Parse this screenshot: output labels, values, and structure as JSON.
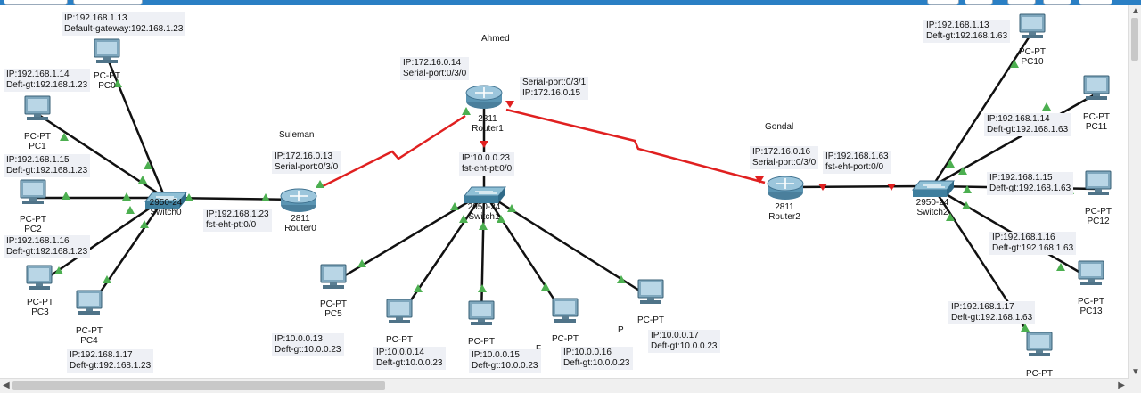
{
  "areas": {
    "suleman": "Suleman",
    "ahmed": "Ahmed",
    "gondal": "Gondal"
  },
  "routers": [
    {
      "model": "2811",
      "name": "Router0"
    },
    {
      "model": "2811",
      "name": "Router1"
    },
    {
      "model": "2811",
      "name": "Router2"
    }
  ],
  "switches": [
    {
      "model": "2950-24",
      "name": "Switch0"
    },
    {
      "model": "2950-24",
      "name": "Switch1"
    },
    {
      "model": "2950-24",
      "name": "Switch2"
    }
  ],
  "pcs": [
    {
      "type": "PC-PT",
      "name": "PC0"
    },
    {
      "type": "PC-PT",
      "name": "PC1"
    },
    {
      "type": "PC-PT",
      "name": "PC2"
    },
    {
      "type": "PC-PT",
      "name": "PC3"
    },
    {
      "type": "PC-PT",
      "name": "PC4"
    },
    {
      "type": "PC-PT",
      "name": "PC5"
    },
    {
      "type": "PC-PT",
      "name": ""
    },
    {
      "type": "PC-PT",
      "name": ""
    },
    {
      "type": "PC-PT",
      "name": "F"
    },
    {
      "type": "PC-PT",
      "name": "P"
    },
    {
      "type": "PC-PT",
      "name": "PC10"
    },
    {
      "type": "PC-PT",
      "name": "PC11"
    },
    {
      "type": "PC-PT",
      "name": "PC12"
    },
    {
      "type": "PC-PT",
      "name": "PC13"
    },
    {
      "type": "PC-PT",
      "name": ""
    }
  ],
  "notes": {
    "pc0": [
      "IP:192.168.1.13",
      "Default-gateway:192.168.1.23"
    ],
    "pc1": [
      "IP:192.168.1.14",
      "Deft-gt:192.168.1.23"
    ],
    "pc2": [
      "IP:192.168.1.15",
      "Deft-gt:192.168.1.23"
    ],
    "pc3": [
      "IP:192.168.1.16",
      "Deft-gt:192.168.1.23"
    ],
    "pc4": [
      "IP:192.168.1.17",
      "Deft-gt:192.168.1.23"
    ],
    "r0fa": [
      "IP:192.168.1.23",
      "fst-eht-pt:0/0"
    ],
    "r0s": [
      "IP:172.16.0.13",
      "Serial-port:0/3/0"
    ],
    "r1s0": [
      "IP:172.16.0.14",
      "Serial-port:0/3/0"
    ],
    "r1s1": [
      "Serial-port:0/3/1",
      "IP:172.16.0.15"
    ],
    "r1fa": [
      "IP:10.0.0.23",
      "fst-eht-pt:0/0"
    ],
    "pc5": [
      "IP:10.0.0.13",
      "Deft-gt:10.0.0.23"
    ],
    "pc6": [
      "IP:10.0.0.14",
      "Deft-gt:10.0.0.23"
    ],
    "pc7": [
      "IP:10.0.0.15",
      "Deft-gt:10.0.0.23"
    ],
    "pc8": [
      "IP:10.0.0.16",
      "Deft-gt:10.0.0.23"
    ],
    "pc9": [
      "IP:10.0.0.17",
      "Deft-gt:10.0.0.23"
    ],
    "r2s": [
      "IP:172.16.0.16",
      "Serial-port:0/3/0"
    ],
    "r2fa": [
      "IP:192.168.1.63",
      "fst-eht-port:0/0"
    ],
    "pc10": [
      "IP:192.168.1.13",
      "Deft-gt:192.168.1.63"
    ],
    "pc11": [
      "IP:192.168.1.14",
      "Deft-gt:192.168.1.63"
    ],
    "pc12": [
      "IP:192.168.1.15",
      "Deft-gt:192.168.1.63"
    ],
    "pc13": [
      "IP:192.168.1.16",
      "Deft-gt:192.168.1.63"
    ],
    "pc14": [
      "IP:192.168.1.17",
      "Deft-gt:192.168.1.63"
    ]
  },
  "colors": {
    "ethernet": "#111111",
    "serial": "#e02020",
    "link_up": "#4caf50",
    "link_down": "#e02020",
    "note_bg": "#eef0f5"
  },
  "icons": {
    "scroll_left": "◀",
    "scroll_right": "▶",
    "scroll_up": "▲",
    "scroll_down": "▼"
  }
}
